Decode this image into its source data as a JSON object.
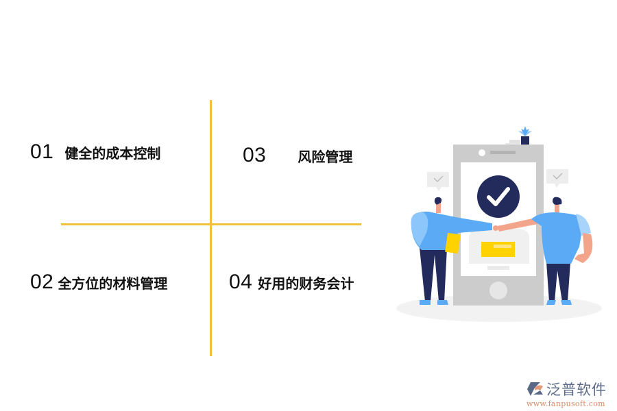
{
  "items": [
    {
      "number": "01",
      "label": "健全的成本控制"
    },
    {
      "number": "02",
      "label": "全方位的材料管理"
    },
    {
      "number": "03",
      "label": "风险管理"
    },
    {
      "number": "04",
      "label": "好用的财务会计"
    }
  ],
  "colors": {
    "divider": "#F0C23A",
    "shirt_blue": "#5AAAF5",
    "pants_navy": "#232A5C",
    "phone_gray": "#CCCCCC",
    "card_yellow": "#FFD200",
    "skin": "#F2A58A"
  },
  "illustration": {
    "description": "two people fist-bumping in front of a smartphone showing a check mark",
    "icons": [
      "check-circle-icon",
      "speech-bubble-check-icon",
      "plant-icon"
    ]
  },
  "logo": {
    "name": "泛普软件",
    "url": "www.fanpusoft.com"
  }
}
